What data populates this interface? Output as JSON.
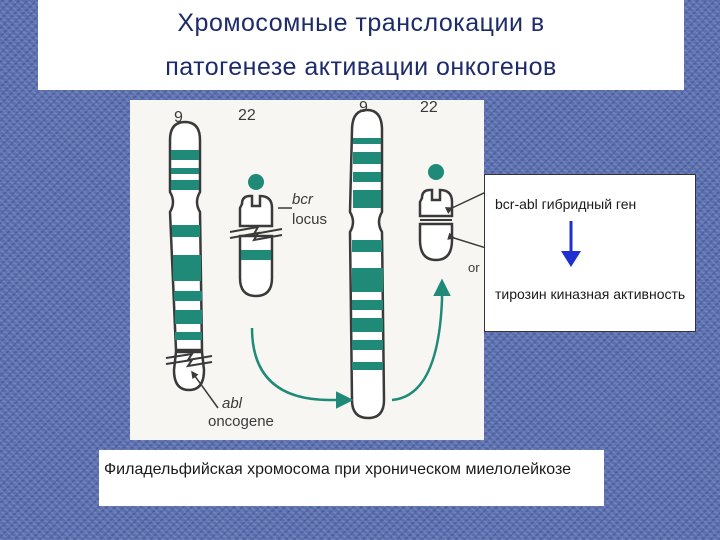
{
  "title": {
    "line1": "Хромосомные транслокации в",
    "line2": "патогенезе  активации онкогенов"
  },
  "diagram": {
    "chr9_label_left": "9",
    "chr22_label_left": "22",
    "chr9_label_right": "9",
    "chr22_label_right": "22",
    "bcr_label": "bcr",
    "bcr_locus_label": "locus",
    "abl_label": "abl",
    "abl_oncogene_label": "oncogene",
    "cut_off_label": "or"
  },
  "info_box": {
    "gene_text": "bcr-abl гибридный ген",
    "activity_text": "тирозин киназная активность"
  },
  "caption": "Филадельфийская хромосома при хроническом миелолейкозе",
  "colors": {
    "band": "#1f8a78",
    "outline": "#3a3a3a",
    "arrow_blue": "#1f2fd0",
    "title_text": "#1d2b6b",
    "background": "#5a6fb0"
  }
}
